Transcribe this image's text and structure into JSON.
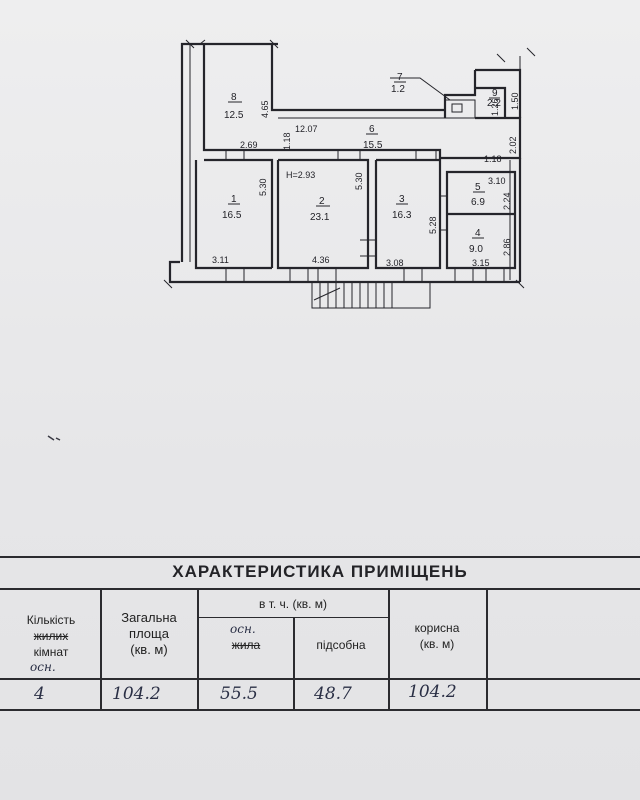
{
  "rooms": [
    {
      "id": "r8",
      "number": "8",
      "area": "12.5"
    },
    {
      "id": "r1",
      "number": "1",
      "area": "16.5"
    },
    {
      "id": "r2",
      "number": "2",
      "area": "23.1"
    },
    {
      "id": "r3",
      "number": "3",
      "area": "16.3"
    },
    {
      "id": "r4",
      "number": "4",
      "area": "9.0"
    },
    {
      "id": "r5",
      "number": "5",
      "area": "6.9"
    },
    {
      "id": "r6",
      "number": "6",
      "area": "15.5"
    },
    {
      "id": "r7",
      "number": "7",
      "area": "1.2"
    },
    {
      "id": "r9",
      "number": "9",
      "area": "2.2"
    }
  ],
  "dimensions": {
    "d_465": "4.65",
    "d_269": "2.69",
    "d_1207": "12.07",
    "d_118a": "1.18",
    "d_530a": "5.30",
    "d_311": "3.11",
    "d_h": "H=2.93",
    "d_530b": "5.30",
    "d_436": "4.36",
    "d_528": "5.28",
    "d_308": "3.08",
    "d_202": "2.02",
    "d_118b": "1.18",
    "d_310": "3.10",
    "d_224": "2.24",
    "d_286": "2.86",
    "d_315": "3.15",
    "d_150": "1.50",
    "d_126": "1.26"
  },
  "table": {
    "title": "ХАРАКТЕРИСТИКА ПРИМІЩЕНЬ",
    "col_rooms": {
      "line1": "Кількість",
      "line2_struck": "жилих",
      "line3": "кімнат",
      "handwritten_word": "осн.",
      "value": "4"
    },
    "col_total": {
      "line1": "Загальна",
      "line2": "площа",
      "line3": "(кв. м)",
      "value": "104.2"
    },
    "group_header": "в т. ч. (кв. м)",
    "col_living": {
      "label": "жила",
      "label_correction": "осн.",
      "value": "55.5"
    },
    "col_aux": {
      "label": "підсобна",
      "value": "48.7"
    },
    "col_useful": {
      "line1": "корисна",
      "line2": "(кв. м)",
      "value": "104.2"
    }
  },
  "colors": {
    "ink": "#1f1f25",
    "pen": "#2a2f45",
    "paper": "#e9e9ea"
  }
}
